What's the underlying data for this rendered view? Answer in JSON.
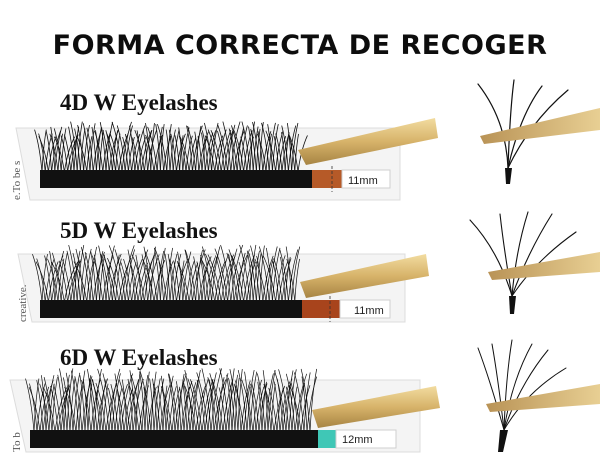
{
  "title": "FORMA CORRECTA DE RECOGER",
  "rows": [
    {
      "label": "4D W Eyelashes",
      "length": "11mm",
      "strip_text": "e.To be s",
      "tape_color": "#b65a28"
    },
    {
      "label": "5D W Eyelashes",
      "length": "11mm",
      "strip_text": "creative.",
      "tape_color": "#a8441c"
    },
    {
      "label": "6D W Eyelashes",
      "length": "12mm",
      "strip_text": "To b",
      "tape_color": "#3fc7b6"
    }
  ]
}
